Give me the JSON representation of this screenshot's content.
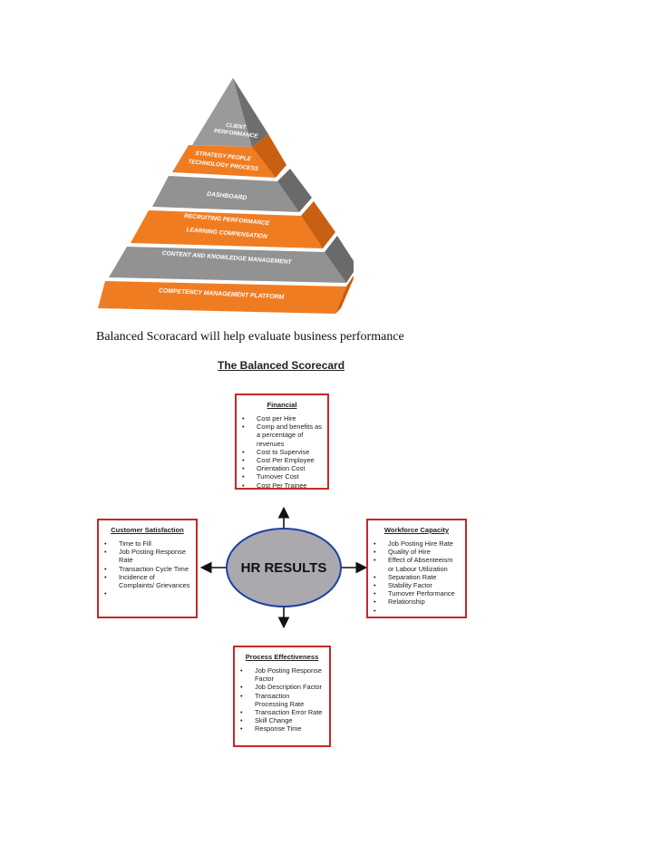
{
  "pyramid": {
    "tiers": [
      {
        "lines": [
          "CLIENT",
          "PERFORMANCE"
        ]
      },
      {
        "lines": [
          "STRATEGY   PEOPLE",
          "TECHNOLOGY   PROCESS"
        ]
      },
      {
        "lines": [
          "DASHBOARD"
        ]
      },
      {
        "lines": [
          "RECRUITING        PERFORMANCE",
          "LEARNING        COMPENSATION"
        ]
      },
      {
        "lines": [
          "CONTENT AND KNOWLEDGE MANAGEMENT"
        ]
      },
      {
        "lines": [
          "COMPETENCY MANAGEMENT PLATFORM"
        ]
      }
    ],
    "colors": {
      "orange": "#f07c22",
      "orange_dark": "#c95f12",
      "gray": "#8c8c8c",
      "gray_dark": "#6a6a6a"
    }
  },
  "caption": "Balanced Scoracard will help evaluate business performance",
  "scorecard": {
    "title": "The Balanced Scorecard",
    "center_label": "HR RESULTS",
    "financial": {
      "heading": "Financial",
      "items": [
        "Cost per Hire",
        "Comp and benefits as a percentage of revenues",
        "Cost to Supervise",
        "Cost Per Employee",
        "Orientation Cost",
        "Turnover Cost",
        "Cost Per Trainee"
      ]
    },
    "customer": {
      "heading": "Customer Satisfaction",
      "items": [
        "Time to Fill",
        "Job Posting Response Rate",
        "Transaction Cycle Time",
        "Incidence of Complaints/ Grievances",
        ""
      ]
    },
    "workforce": {
      "heading": "Workforce Capacity",
      "items": [
        "Job Posting Hire Rate",
        "Quality of Hire",
        "Effect of Absenteeism or Labour Utilization",
        "Separation Rate",
        "Stability Factor",
        "Turnover Performance",
        "Relationship",
        ""
      ]
    },
    "process": {
      "heading": "Process Effectiveness",
      "items": [
        "Job Posting Response Factor",
        "Job Description Factor",
        "Transaction Processing Rate",
        "Transaction Error Rate",
        "Skill Change",
        "Response Time"
      ]
    },
    "colors": {
      "box_border": "#c62828",
      "ellipse_fill": "#a9a9ae",
      "ellipse_stroke": "#1f3fa6"
    }
  }
}
